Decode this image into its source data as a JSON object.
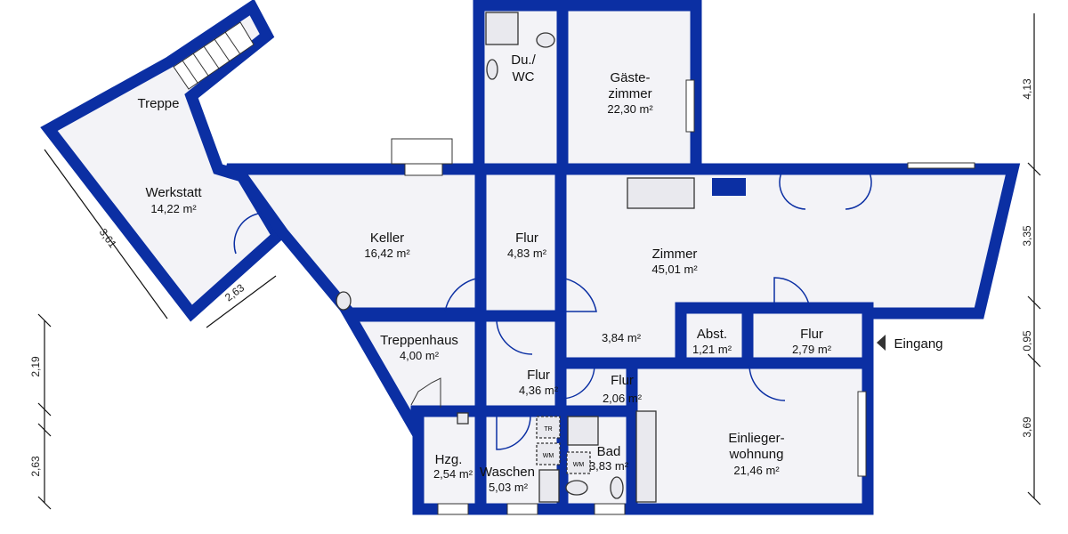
{
  "colors": {
    "wall": "#0b2fa3",
    "floor": "#f3f3f7"
  },
  "rooms": {
    "du_wc": {
      "name": "Du./\nWC",
      "line1": "Du./",
      "line2": "WC"
    },
    "gaeste": {
      "line1": "Gäste-",
      "line2": "zimmer",
      "area": "22,30 m²"
    },
    "werkstatt": {
      "name": "Werkstatt",
      "area": "14,22 m²"
    },
    "treppe": {
      "name": "Treppe"
    },
    "keller": {
      "name": "Keller",
      "area": "16,42 m²"
    },
    "flur1": {
      "name": "Flur",
      "area": "4,83 m²"
    },
    "zimmer": {
      "name": "Zimmer",
      "area": "45,01 m²",
      "sub_area": "3,84 m²"
    },
    "treppenhaus": {
      "name": "Treppenhaus",
      "area": "4,00 m²"
    },
    "flur2": {
      "name": "Flur",
      "area": "4,36 m²"
    },
    "flur3": {
      "name": "Flur",
      "area": "2,06 m²"
    },
    "abst": {
      "name": "Abst.",
      "area": "1,21 m²"
    },
    "flur4": {
      "name": "Flur",
      "area": "2,79 m²"
    },
    "eingang": {
      "name": "Eingang"
    },
    "hzg": {
      "name": "Hzg.",
      "area": "2,54 m²"
    },
    "waschen": {
      "name": "Waschen",
      "area": "5,03 m²"
    },
    "bad": {
      "name": "Bad",
      "area": "3,83 m²"
    },
    "einlieger": {
      "line1": "Einlieger-",
      "line2": "wohnung",
      "area": "21,46 m²"
    }
  },
  "fixtures": {
    "dryer": "TR",
    "washer": "WM"
  },
  "dimensions": {
    "right": [
      "4,13",
      "3,35",
      "0,95",
      "3,69"
    ],
    "left": [
      "2,19",
      "2,63"
    ],
    "werkstatt_diag": "3,61",
    "werkstatt_bottom": "2,63"
  }
}
